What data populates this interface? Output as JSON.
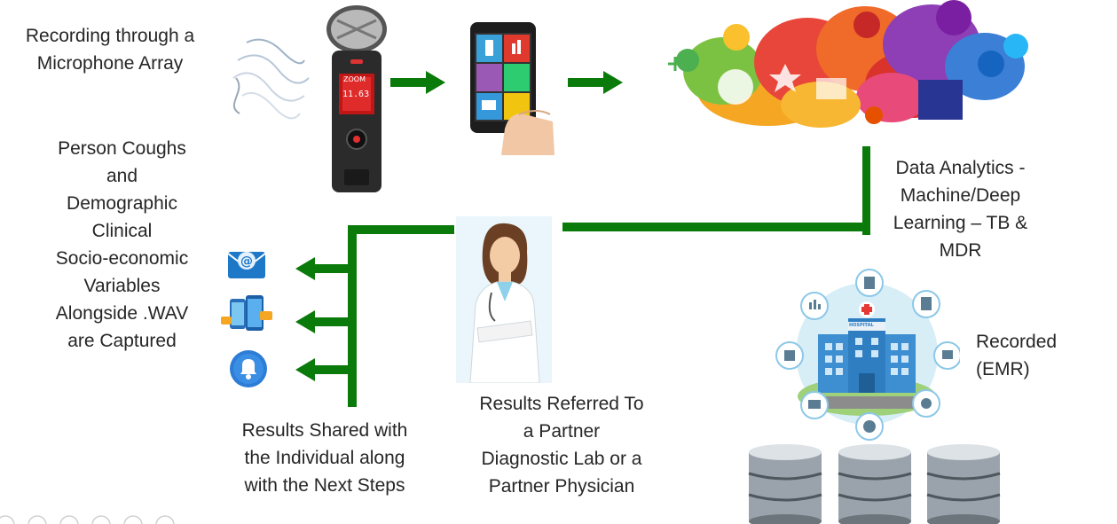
{
  "labels": {
    "recording": "Recording through a\nMicrophone Array",
    "person": "Person Coughs\nand\nDemographic\nClinical\nSocio-economic\nVariables\nAlongside .WAV\nare Captured",
    "analytics": "Data Analytics -\nMachine/Deep\nLearning – TB &\nMDR",
    "recorded": "Recorded\n(EMR)",
    "shared": "Results Shared with\nthe Individual along\nwith the Next Steps",
    "referred": "Results Referred To\na Partner\nDiagnostic Lab or a\nPartner Physician"
  },
  "recorder_screen": {
    "line1": "ZOOM",
    "line2": "11.63"
  },
  "hospital_sign": "HOSPITAL",
  "icons": {
    "recorder": "audio-recorder-icon",
    "smartphone": "smartphone-apps-icon",
    "cloud": "app-cloud-icon",
    "doctor": "doctor-icon",
    "hospital": "hospital-icon",
    "database": "database-icon",
    "email": "email-icon",
    "mobile": "mobile-sms-icon",
    "notification": "notification-bell-icon"
  },
  "colors": {
    "flow_green": "#0a7a0a"
  }
}
